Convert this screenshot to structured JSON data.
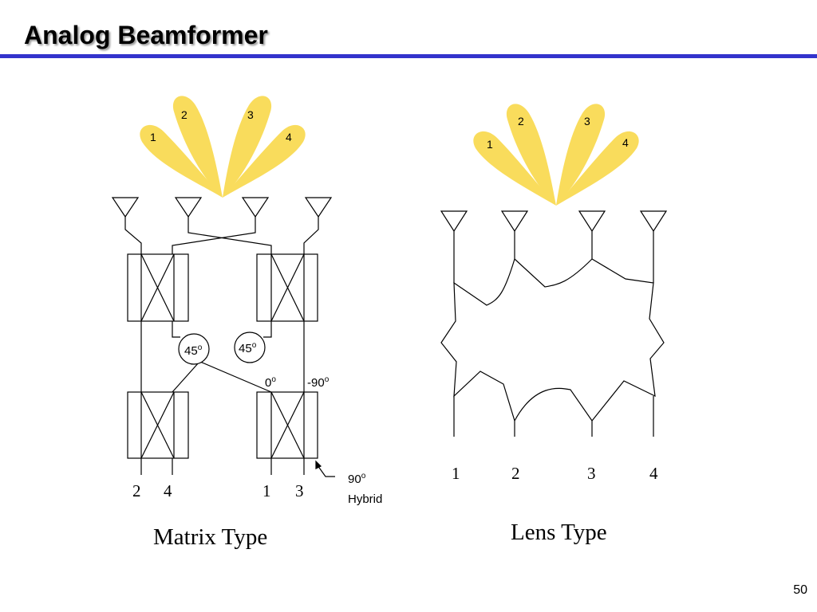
{
  "slide": {
    "title": "Analog Beamformer",
    "page_number": "50"
  },
  "colors": {
    "title_rule": "#3333cc",
    "beam_fill": "#f9dc5c",
    "line": "#000000"
  },
  "matrix": {
    "caption": "Matrix Type",
    "beams": [
      "1",
      "2",
      "3",
      "4"
    ],
    "phase_shifters": [
      {
        "value": "45",
        "sup": "o"
      },
      {
        "value": "45",
        "sup": "o"
      }
    ],
    "phase_labels": [
      {
        "value": "0",
        "sup": "o"
      },
      {
        "value": "-90",
        "sup": "o"
      }
    ],
    "hybrid_label": {
      "value": "90",
      "sup": "o",
      "line2": "Hybrid"
    },
    "ports": [
      "2",
      "4",
      "1",
      "3"
    ]
  },
  "lens": {
    "caption": "Lens Type",
    "beams": [
      "1",
      "2",
      "3",
      "4"
    ],
    "ports": [
      "1",
      "2",
      "3",
      "4"
    ]
  }
}
